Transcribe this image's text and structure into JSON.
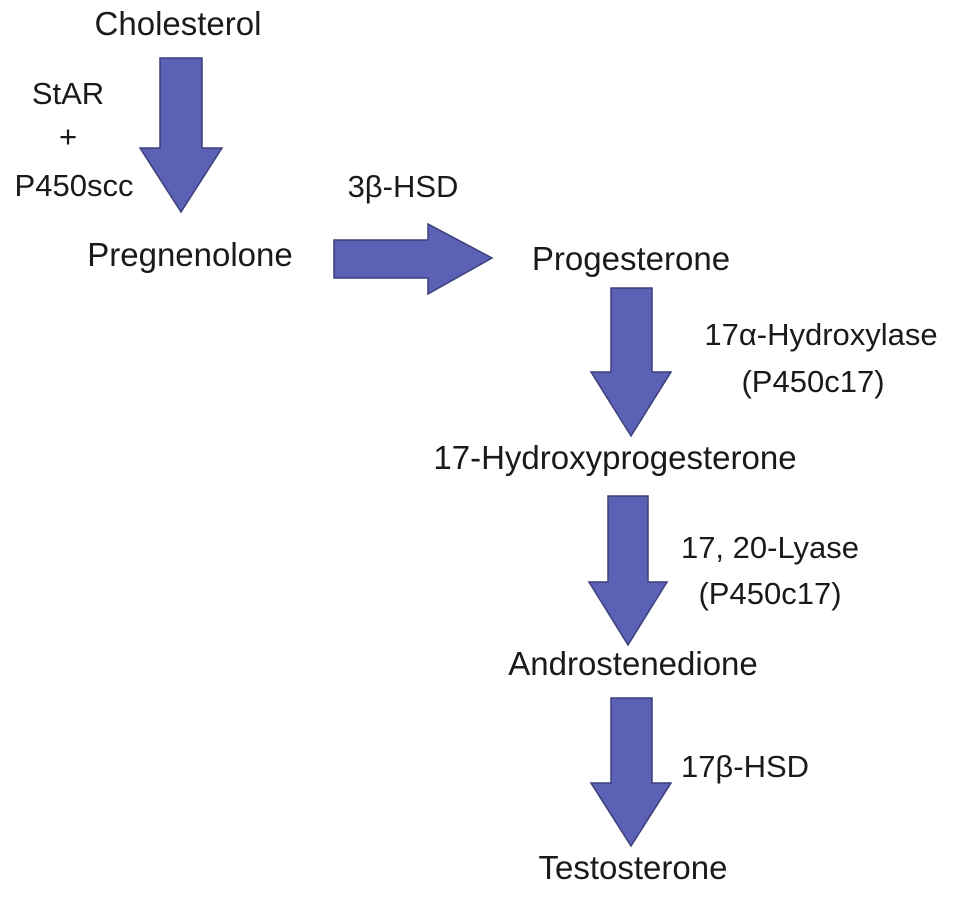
{
  "colors": {
    "arrow_fill": "#5b62b5",
    "arrow_stroke": "#3c3f7a",
    "text": "#1a1a1a",
    "background": "#ffffff"
  },
  "pathway": {
    "nodes": {
      "cholesterol": "Cholesterol",
      "pregnenolone": "Pregnenolone",
      "progesterone": "Progesterone",
      "hydroxyprogesterone": "17-Hydroxyprogesterone",
      "androstenedione": "Androstenedione",
      "testosterone": "Testosterone"
    },
    "enzymes": {
      "step1_line1": "StAR",
      "step1_line2": "+",
      "step1_line3": "P450scc",
      "step2": "3β-HSD",
      "step3_line1": "17α-Hydroxylase",
      "step3_line2": "(P450c17)",
      "step4_line1": "17, 20-Lyase",
      "step4_line2": "(P450c17)",
      "step5": "17β-HSD"
    }
  }
}
